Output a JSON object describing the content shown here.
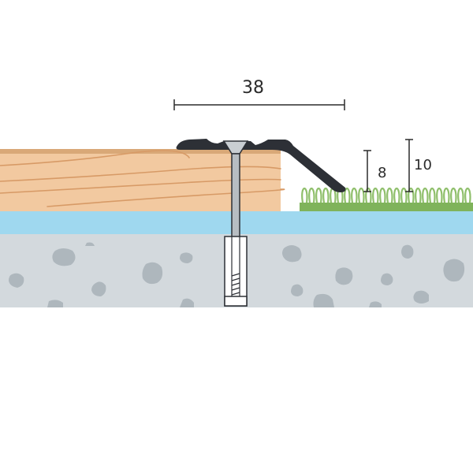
{
  "dimensions": {
    "width_label": "38",
    "carpet_height_label": "8",
    "profile_height_label": "10"
  },
  "colors": {
    "background": "#ffffff",
    "wood": "#f2c9a0",
    "wood_top": "#d9a877",
    "wood_grain": "#d79a66",
    "underlay": "#9fd8ef",
    "concrete": "#d3d9dd",
    "stones": "#aeb7bd",
    "profile": "#2d3036",
    "carpet": "#8fbf6b",
    "carpet_base": "#7fb35b",
    "screw": "#9aa1a7",
    "dim_line": "#2b2b2b"
  },
  "icons": {
    "screw": "screw-icon",
    "dowel": "dowel-icon",
    "profile": "transition-profile-icon"
  }
}
